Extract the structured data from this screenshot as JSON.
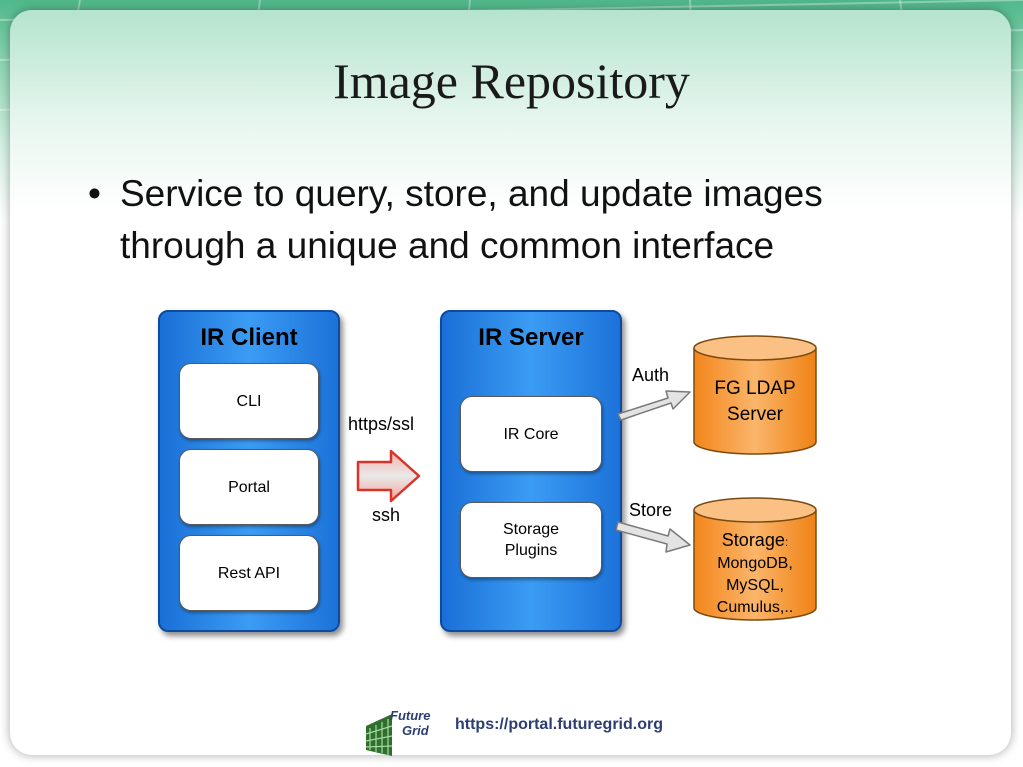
{
  "slide": {
    "title": "Image Repository",
    "bullet": "Service to query, store, and update images through a unique and common interface"
  },
  "diagram": {
    "client": {
      "title": "IR Client",
      "items": [
        "CLI",
        "Portal",
        "Rest API"
      ]
    },
    "server": {
      "title": "IR Server",
      "core": "IR Core",
      "plugins_line1": "Storage",
      "plugins_line2": "Plugins"
    },
    "transport": {
      "top_label": "https/ssl",
      "bottom_label": "ssh"
    },
    "ldap": {
      "line1": "FG LDAP",
      "line2": "Server",
      "arrow_label": "Auth"
    },
    "storage": {
      "line1": "Storage",
      "colon": ":",
      "line2": "MongoDB,",
      "line3": "MySQL,",
      "line4": "Cumulus,..",
      "arrow_label": "Store"
    },
    "colors": {
      "panel_blue": "#2a88ea",
      "cylinder_orange": "#f39a3a",
      "red_arrow": "#d8342a"
    }
  },
  "footer": {
    "url": "https://portal.futuregrid.org",
    "logo_line1": "Future",
    "logo_line2": "Grid"
  }
}
